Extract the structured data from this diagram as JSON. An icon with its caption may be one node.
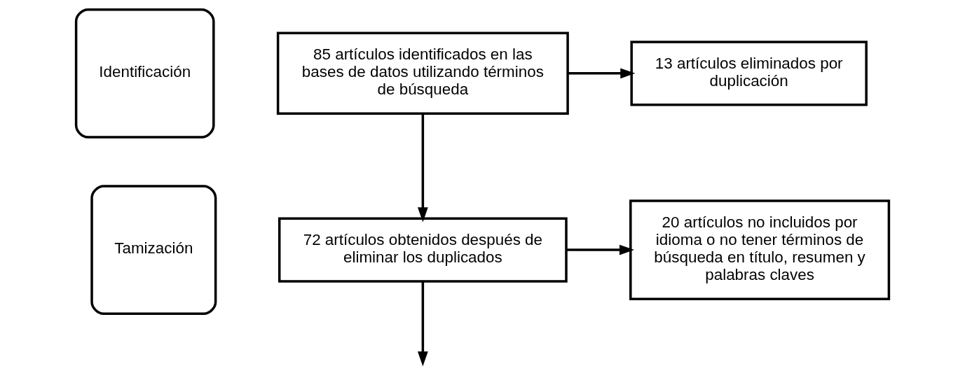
{
  "diagram": {
    "nodes": [
      {
        "text": [
          "Identificación"
        ]
      },
      {
        "text": [
          "85 artículos identificados en las bases de datos utilizando términos de búsqueda"
        ]
      },
      {
        "text": [
          "13 artículos eliminados por duplicación"
        ]
      },
      {
        "text": [
          "Tamización"
        ]
      },
      {
        "text": [
          "72 artículos obtenidos después de eliminar los duplicados"
        ]
      },
      {
        "text": [
          "20 artículos no incluidos por idioma o no tener términos de búsqueda en título, resumen y palabras claves"
        ]
      }
    ],
    "edges": [
      {
        "from": 1,
        "to": 2,
        "arrow": "to"
      },
      {
        "from": 1,
        "to": 4,
        "arrow": "to"
      },
      {
        "from": 4,
        "to": 5,
        "arrow": "to"
      },
      {
        "from": 4,
        "to": null,
        "arrow": "to"
      }
    ]
  }
}
